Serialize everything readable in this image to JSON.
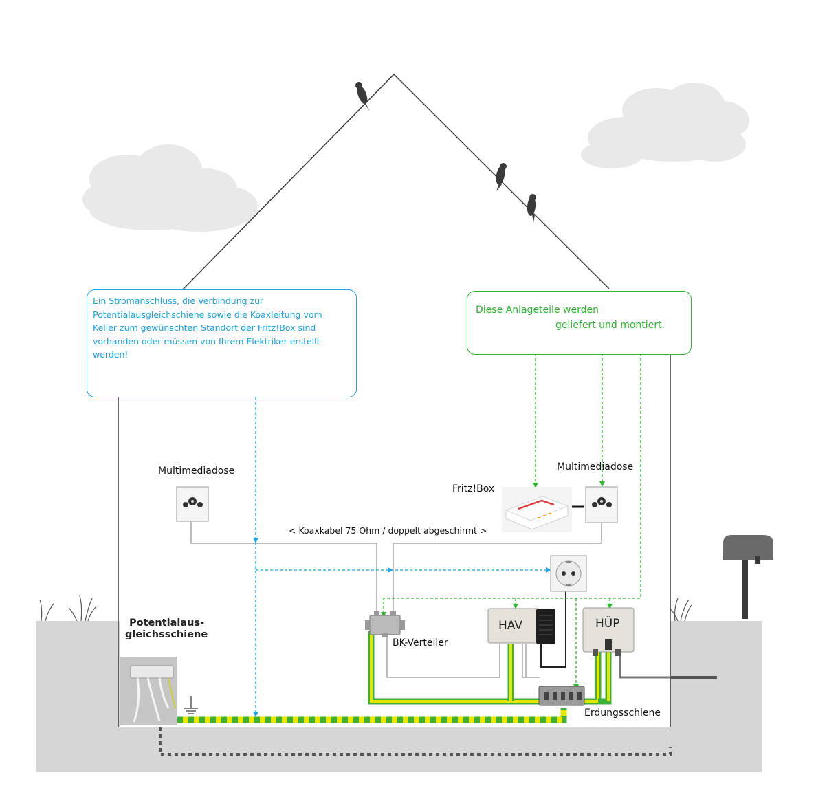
{
  "callouts": {
    "left": {
      "text": "Ein Stromanschluss, die Verbindung zur Potentialausgleichschiene sowie die Koaxleitung vom Keller zum gewünschten Standort der Fritz!Box sind vorhanden oder müssen von Ihrem Elektriker erstellt werden!",
      "color": "#1aa3e6"
    },
    "right": {
      "line1": "Diese Anlageteile werden",
      "line2": "geliefert und montiert.",
      "color": "#2db82d"
    }
  },
  "labels": {
    "multimedia_left": "Multimediadose",
    "multimedia_right": "Multimediadose",
    "fritzbox": "Fritz!Box",
    "coax": "< Koaxkabel 75 Ohm / doppelt abgeschirmt >",
    "bk_verteiler": "BK-Verteiler",
    "hav": "HAV",
    "huep": "HÜP",
    "erdungsschiene": "Erdungsschiene",
    "potential_line1": "Potentialaus-",
    "potential_line2": "gleichsschiene"
  },
  "colors": {
    "ground": "#d6d6d6",
    "ground_cable_yellow": "#e8e600",
    "ground_cable_green": "#3bb03b",
    "coax_cable": "#bdbdbd",
    "house_line": "#3a3a3a"
  }
}
